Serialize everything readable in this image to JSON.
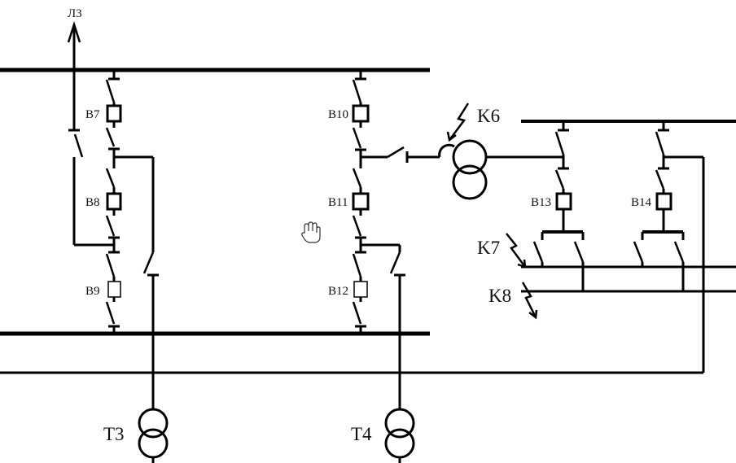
{
  "diagram": {
    "line_label": "Л3",
    "breakers": [
      "B7",
      "B8",
      "B9",
      "B10",
      "B11",
      "B12",
      "B13",
      "B14"
    ],
    "faults": [
      "K6",
      "K7",
      "K8"
    ],
    "transformers": [
      "T3",
      "T4"
    ]
  }
}
